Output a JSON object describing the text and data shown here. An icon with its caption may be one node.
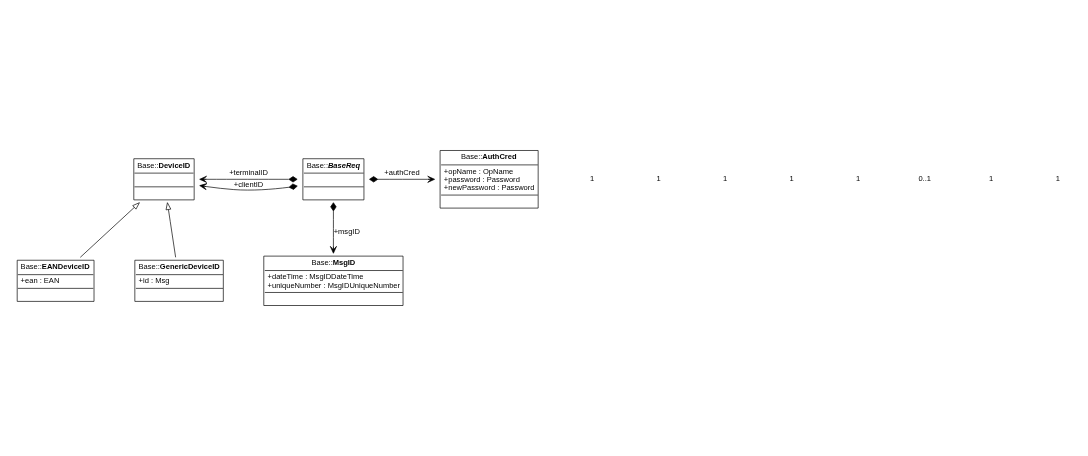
{
  "diagram": {
    "nodes": [
      {
        "text": [
          "Base::**DeviceID**"
        ]
      },
      {
        "text": [
          "Base::**BaseReq**"
        ]
      },
      {
        "text": [
          "Base::**AuthCred**",
          "+opName : OpName",
          "+password : Password",
          "+newPassword : Password"
        ]
      },
      {
        "text": [
          "Base::**EANDeviceID**",
          "+ean : EAN"
        ]
      },
      {
        "text": [
          "Base::**GenericDeviceID**",
          "+id : Msg"
        ]
      },
      {
        "text": [
          "Base::**MsgID**",
          "+dateTime : MsgIDDateTime",
          "+uniqueNumber : MsgIDUniqueNumber"
        ]
      }
    ],
    "edges": [
      {
        "from": 1,
        "to": 0,
        "arrow": "to",
        "label": "+clientID"
      },
      {
        "from": 1,
        "to": 0,
        "arrow": "to",
        "label": "+terminalID"
      },
      {
        "from": 1,
        "to": 2,
        "arrow": "to",
        "label": "+authCred"
      },
      {
        "from": 1,
        "to": 5,
        "arrow": "to",
        "label": "+msgID"
      },
      {
        "from": 3,
        "to": 0,
        "arrow": "to"
      },
      {
        "from": 4,
        "to": 0,
        "arrow": "to"
      }
    ],
    "labels": [
      "1",
      "1",
      "1",
      "1",
      "1",
      "0..1",
      "1",
      "1"
    ]
  }
}
